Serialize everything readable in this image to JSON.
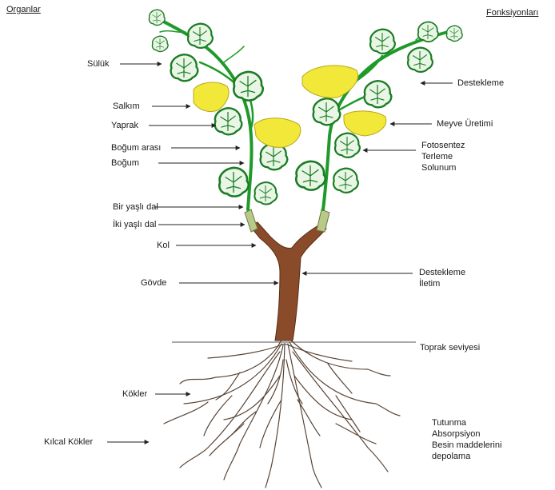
{
  "headers": {
    "left": "Organlar",
    "right": "Fonksiyonları"
  },
  "organs": [
    "Sülük",
    "Salkım",
    "Yaprak",
    "Boğum arası",
    "Boğum",
    "Bir yaşlı dal",
    "İki yaşlı dal",
    "Kol",
    "Gövde",
    "Kökler",
    "Kılcal Kökler"
  ],
  "functions": {
    "destekleme_top": "Destekleme",
    "meyve": "Meyve Üretimi",
    "leaf_functions": [
      "Fotosentez",
      "Terleme",
      "Solunum"
    ],
    "trunk_functions": [
      "Destekleme",
      "İletim"
    ],
    "soil": "Toprak seviyesi",
    "root_functions": [
      "Tutunma",
      "Absorpsiyon",
      "Besin maddelerini",
      "depolama"
    ]
  },
  "colors": {
    "stem": "#1f9a2a",
    "leaf_fill": "#e9f6e6",
    "leaf_stroke": "#1b7d25",
    "cluster": "#f2e83a",
    "trunk": "#8a4b2a",
    "root": "#5a4636",
    "arrow": "#222222"
  }
}
